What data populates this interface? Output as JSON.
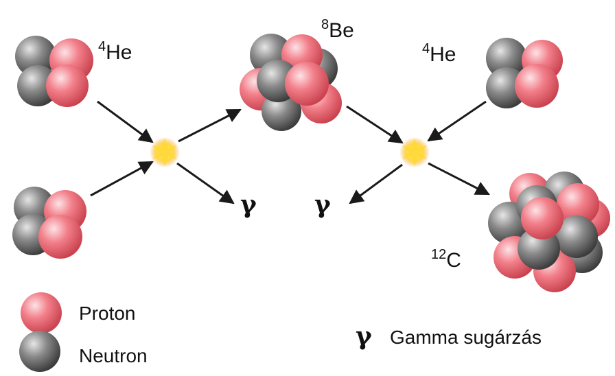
{
  "labels": {
    "he4_left": {
      "mass": "4",
      "symbol": "He"
    },
    "be8": {
      "mass": "8",
      "symbol": "Be"
    },
    "he4_right": {
      "mass": "4",
      "symbol": "He"
    },
    "c12": {
      "mass": "12",
      "symbol": "C"
    },
    "gamma_left": "γ",
    "gamma_right": "γ"
  },
  "legend": {
    "proton": "Proton",
    "neutron": "Neutron",
    "gamma_symbol": "γ",
    "gamma_text": "Gamma sugárzás"
  },
  "colors": {
    "proton": "#ee6f7a",
    "neutron": "#7a7a7a",
    "arrow": "#1a1a1a",
    "flash": "#ffe14a"
  }
}
